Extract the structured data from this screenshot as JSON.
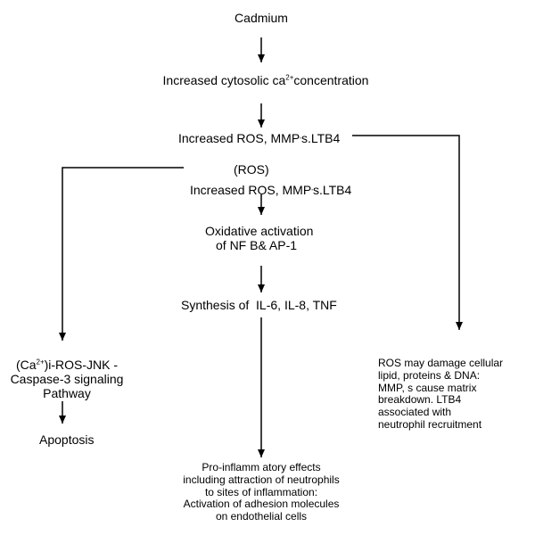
{
  "nodes": {
    "cadmium": "Cadmium",
    "cytosolic": {
      "pre": "Increased cytosolic ca",
      "sup": "2+",
      "post": "concentration"
    },
    "ros_top": {
      "pre": "Increased ROS, MMP",
      "dot": "’",
      "post": "s.LTB4"
    },
    "ros_label": "(ROS)",
    "ros_mid": {
      "pre": "Increased ROS, MMP",
      "dot": "’",
      "post": "s.LTB4"
    },
    "oxidative": [
      "Oxidative activation",
      "of NF B& AP-1"
    ],
    "synthesis": "Synthesis of  IL-6, IL-8, TNF",
    "jnk": {
      "line1_pre": "(Ca",
      "line1_sup": "2+",
      "line1_post": ")i-ROS-JNK -",
      "line2": "Caspase-3 signaling",
      "line3": "Pathway"
    },
    "apoptosis": "Apoptosis",
    "pro_inflammatory": [
      "Pro-inflamm atory effects",
      "including attraction of neutrophils",
      "to sites of inflammation:",
      "Activation of adhesion molecules",
      "on endothelial cells"
    ],
    "ros_damage": [
      "ROS may damage cellular",
      "lipid, proteins & DNA:",
      "MMP, s cause matrix",
      "breakdown. LTB4",
      "associated with",
      "neutrophil recruitment"
    ]
  },
  "colors": {
    "line": "#000000",
    "text": "#000000",
    "background": "#ffffff"
  }
}
